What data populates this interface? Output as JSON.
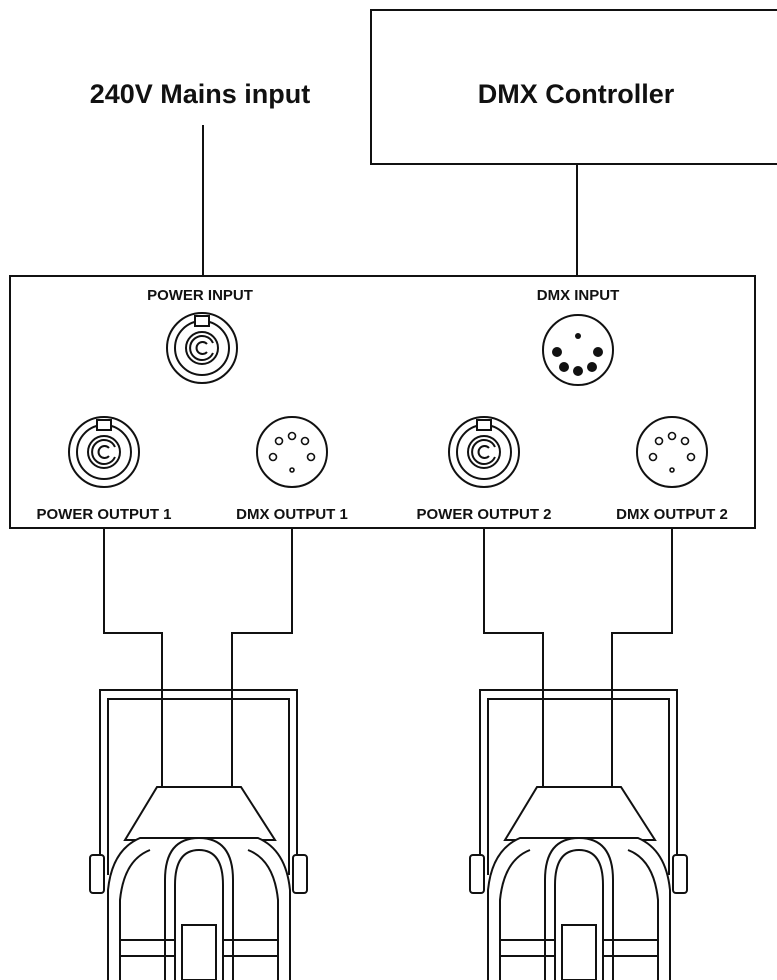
{
  "labels": {
    "mains": "240V Mains input",
    "controller": "DMX Controller",
    "power_input": "POWER INPUT",
    "dmx_input": "DMX INPUT",
    "power_output_1": "POWER OUTPUT 1",
    "dmx_output_1": "DMX OUTPUT 1",
    "power_output_2": "POWER OUTPUT 2",
    "dmx_output_2": "DMX OUTPUT 2"
  },
  "icons": {
    "power_connector": "powercon-icon",
    "dmx_connector_5pin": "dmx-5pin-icon",
    "dmx_connector_3pin": "dmx-3pin-icon",
    "fixture": "moving-head-fixture-icon"
  },
  "colors": {
    "line": "#111111",
    "background": "#ffffff"
  }
}
